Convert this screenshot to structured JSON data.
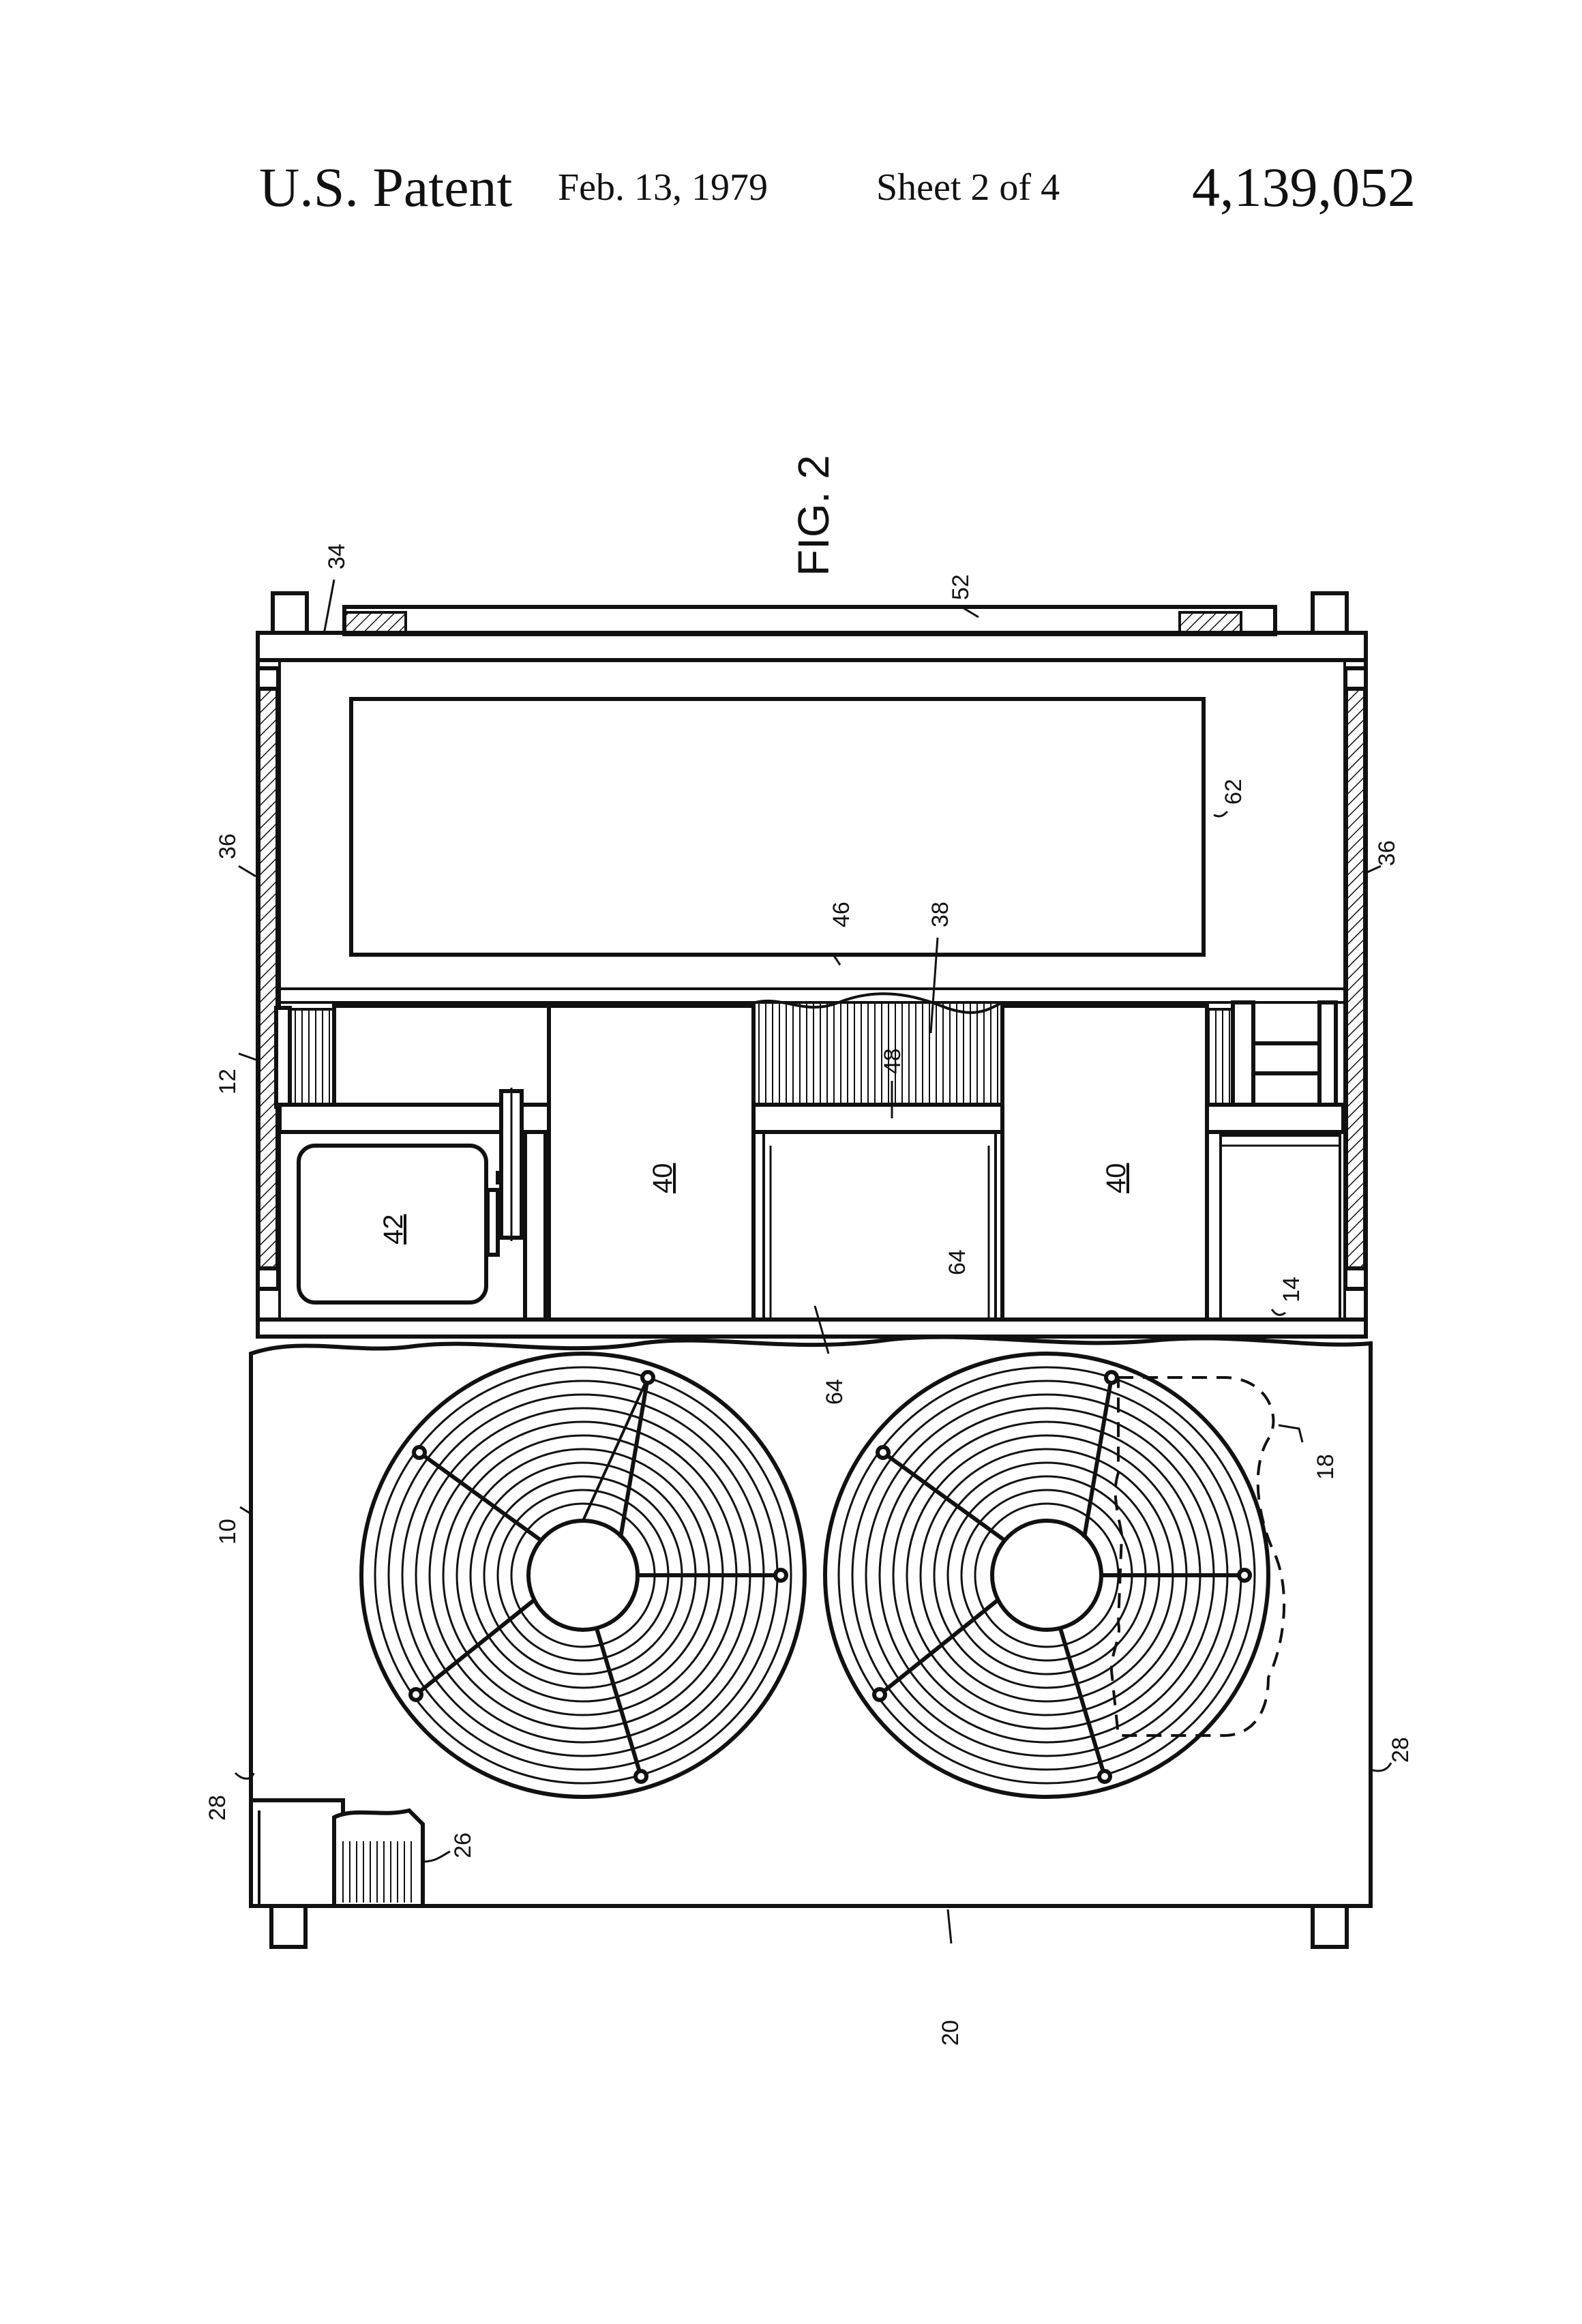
{
  "header": {
    "title": "U.S. Patent",
    "date": "Feb. 13, 1979",
    "sheet": "Sheet 2 of 4",
    "patent_number": "4,139,052"
  },
  "figure": {
    "label": "FIG. 2",
    "refs": {
      "r34": "34",
      "r52": "52",
      "r62": "62",
      "r36a": "36",
      "r36b": "36",
      "r46": "46",
      "r38": "38",
      "r12": "12",
      "r48": "48",
      "r42": "42",
      "r40a": "40",
      "r40b": "40",
      "r64a": "64",
      "r64b": "64",
      "r14": "14",
      "r10": "10",
      "r18": "18",
      "r28a": "28",
      "r28b": "28",
      "r26": "26",
      "r20": "20"
    }
  }
}
